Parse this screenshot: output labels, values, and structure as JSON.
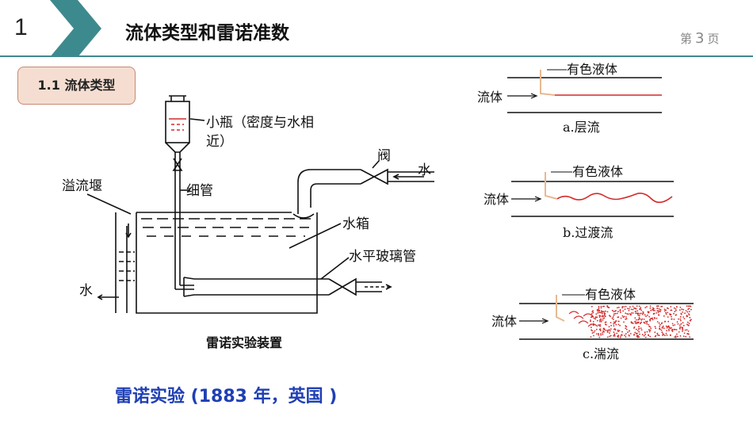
{
  "header": {
    "section_number": "1",
    "title": "流体类型和雷诺准数",
    "page_prefix": "第",
    "page_number": "3",
    "page_suffix": "页",
    "accent_color": "#3d8a8e"
  },
  "section_label": "1.1 流体类型",
  "apparatus": {
    "bottle_label_line1": "小瓶（密度与水相",
    "bottle_label_line2": "近）",
    "thin_tube": "细管",
    "overflow_weir": "溢流堰",
    "valve": "阀",
    "water_in": "水",
    "water_tank": "水箱",
    "glass_tube": "水平玻璃管",
    "water_out": "水",
    "caption": "雷诺实验装置"
  },
  "flow_diagrams": {
    "dye_label": "有色液体",
    "fluid_label": "流体",
    "laminar_caption": "a.层流",
    "transition_caption": "b.过渡流",
    "turbulent_caption": "c.湍流",
    "dye_color": "#d42a2a"
  },
  "experiment_title": "雷诺实验 (1883 年，英国 )"
}
